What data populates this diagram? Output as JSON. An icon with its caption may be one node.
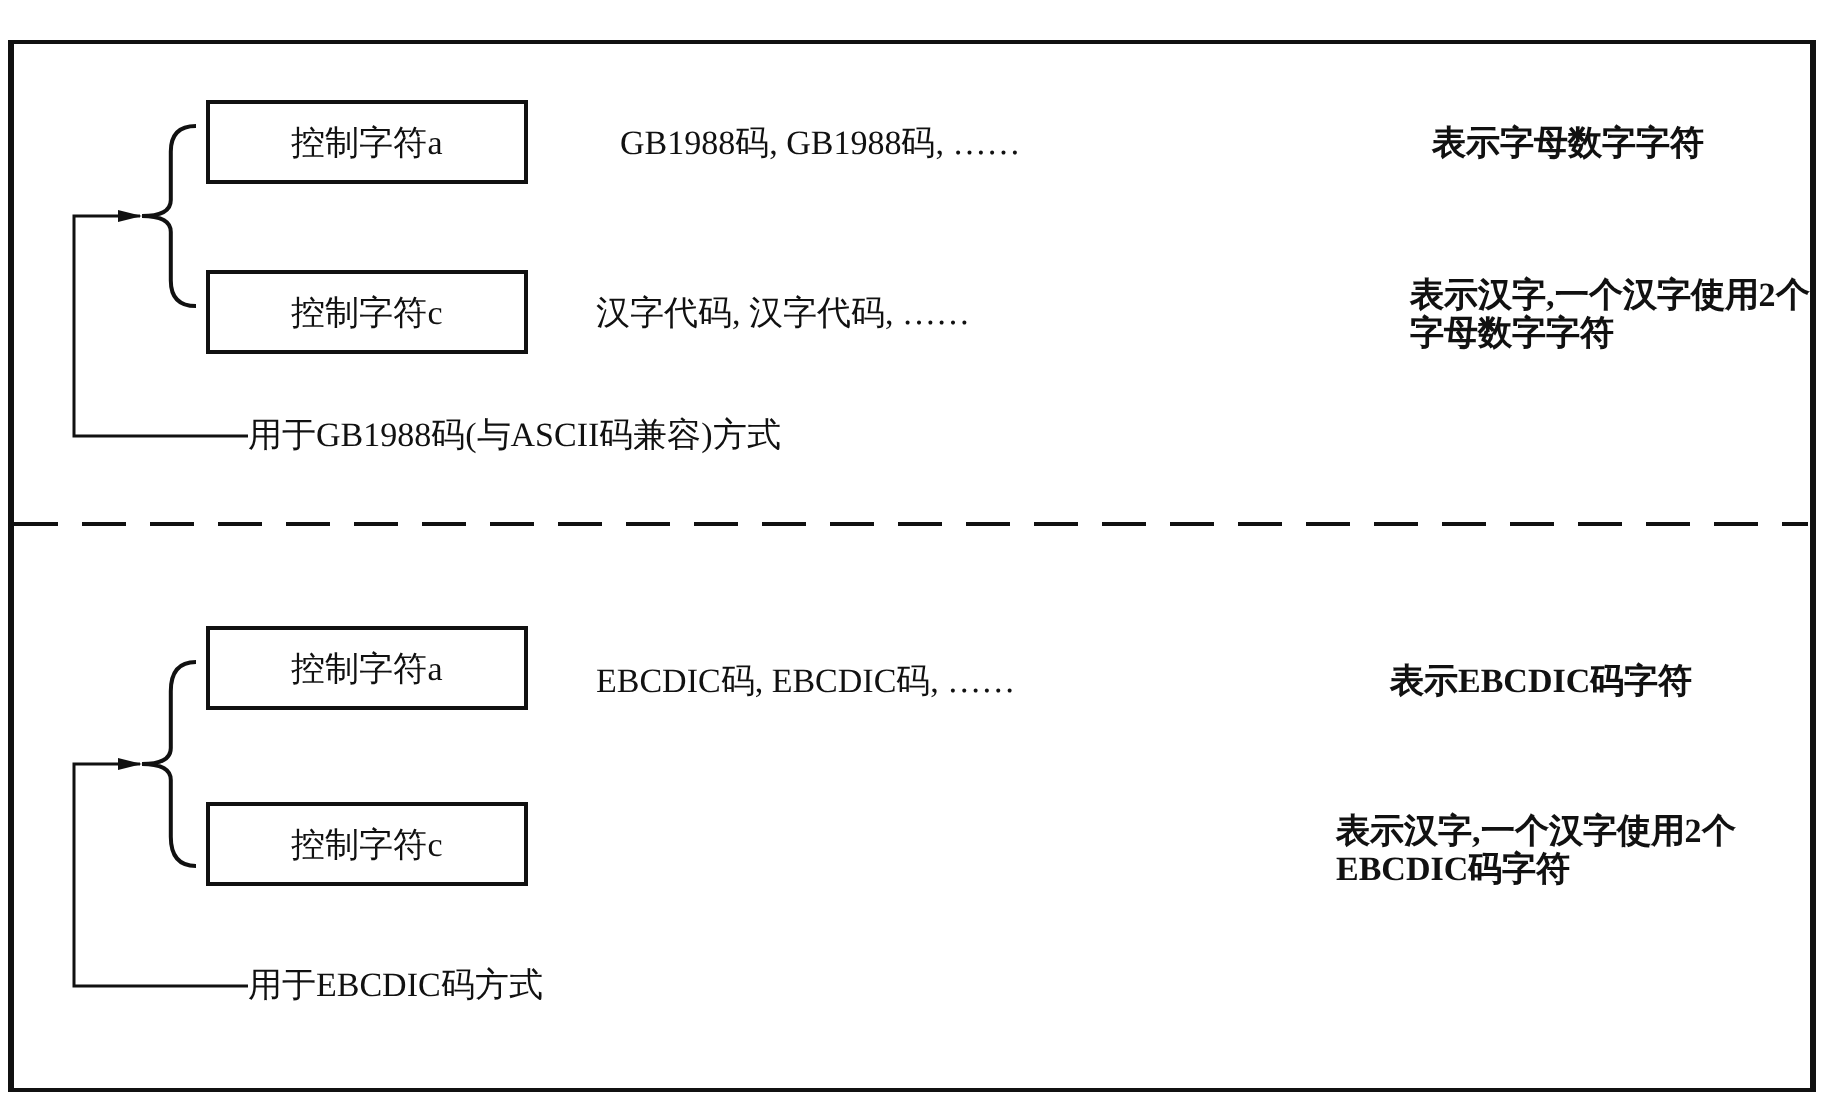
{
  "diagram": {
    "nodes": [
      {
        "text": [
          "控制字符a"
        ]
      },
      {
        "text": [
          "控制字符c"
        ]
      },
      {
        "text": [],
        "shape": "brace"
      },
      {
        "text": [
          "用于GB1988码(与ASCII码兼容)方式"
        ]
      },
      {
        "text": [
          "控制字符a"
        ]
      },
      {
        "text": [
          "控制字符c"
        ]
      },
      {
        "text": [],
        "shape": "brace"
      },
      {
        "text": [
          "用于EBCDIC码方式"
        ]
      }
    ],
    "edges": [
      {
        "from": 3,
        "to": 2,
        "arrow": "to"
      },
      {
        "from": 7,
        "to": 6,
        "arrow": "to"
      }
    ],
    "labels": [
      "GB1988码, GB1988码, ……",
      "表示字母数字字符",
      "汉字代码, 汉字代码, ……",
      "表示汉字,一个汉字使用2个字母数字字符",
      "EBCDIC码, EBCDIC码, ……",
      "表示EBCDIC码字符",
      "表示汉字,一个汉字使用2个EBCDIC码字符"
    ]
  }
}
